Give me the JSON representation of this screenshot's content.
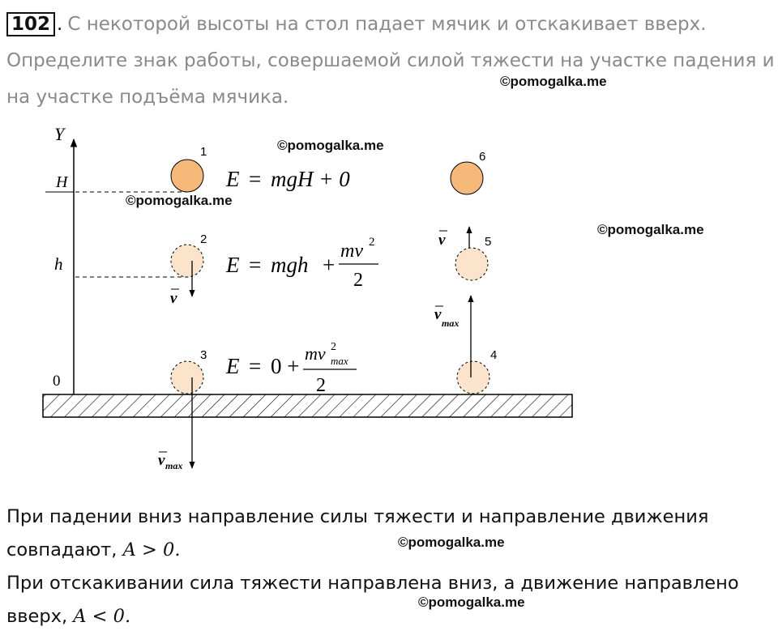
{
  "problem": {
    "number": "102",
    "dot": ".",
    "text": "С некоторой высоты на стол падает мячик и отскакивает вверх. Определите знак работы, совершаемой силой тяжести на участке падения и на участке подъёма мячика."
  },
  "watermark": "©pomogalka.me",
  "diagram": {
    "axis_label": "Y",
    "level_H": "H",
    "level_h": "h",
    "level_0": "0",
    "ball_labels": [
      "1",
      "2",
      "3",
      "4",
      "5",
      "6"
    ],
    "velocity_v": "v",
    "velocity_vmax": "v",
    "subscript_max": "max",
    "eq1": {
      "lhs": "E",
      "eq": "=",
      "rhs": "mgH + 0"
    },
    "eq2": {
      "lhs": "E",
      "eq": "=",
      "rhs": "mgh",
      "plus": "+",
      "num": "mv",
      "pow": "2",
      "den": "2"
    },
    "eq3": {
      "lhs": "E",
      "eq": "=",
      "rhs": "0 +",
      "num": "mv",
      "pow": "2",
      "sub": "max",
      "den": "2"
    },
    "colors": {
      "ball_solid": "#f6b97a",
      "ball_faded": "#fbe3cc",
      "hatch": "#000000"
    }
  },
  "answer": {
    "line1": "При падении вниз направление силы тяжести и направление движения совпадают,",
    "cond1": "A > 0.",
    "line2": "При отскакивании сила тяжести направлена вниз, а движение направлено вверх,",
    "cond2": "A < 0."
  }
}
